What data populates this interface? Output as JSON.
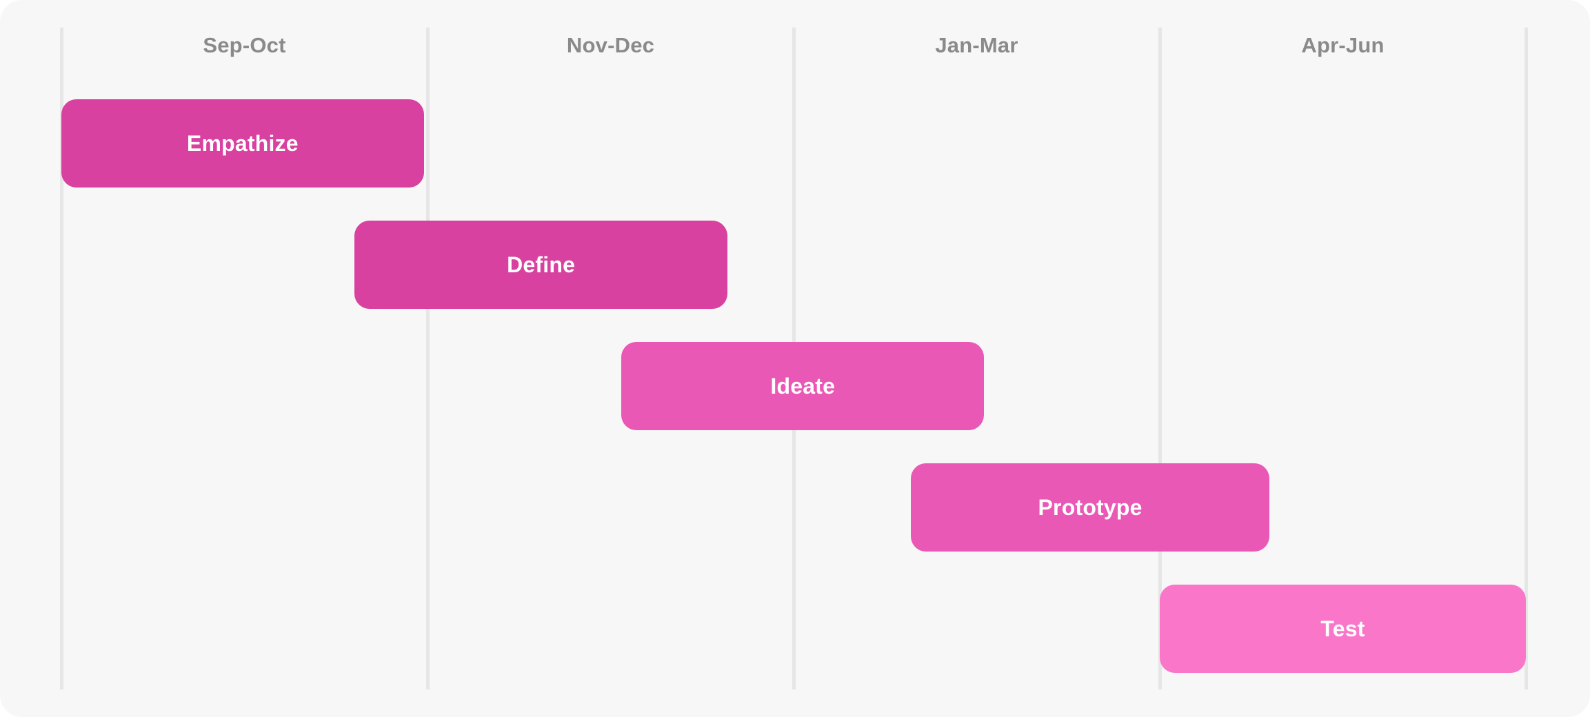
{
  "chart_data": {
    "type": "gantt",
    "periods": [
      "Sep-Oct",
      "Nov-Dec",
      "Jan-Mar",
      "Apr-Jun"
    ],
    "tasks": [
      {
        "label": "Empathize",
        "start": 0.0,
        "end": 0.99,
        "color": "#d8419f"
      },
      {
        "label": "Define",
        "start": 0.8,
        "end": 1.82,
        "color": "#d8419f"
      },
      {
        "label": "Ideate",
        "start": 1.53,
        "end": 2.52,
        "color": "#ea58b6"
      },
      {
        "label": "Prototype",
        "start": 2.32,
        "end": 3.3,
        "color": "#ea58b6"
      },
      {
        "label": "Test",
        "start": 3.0,
        "end": 4.0,
        "color": "#f976c9"
      }
    ]
  }
}
